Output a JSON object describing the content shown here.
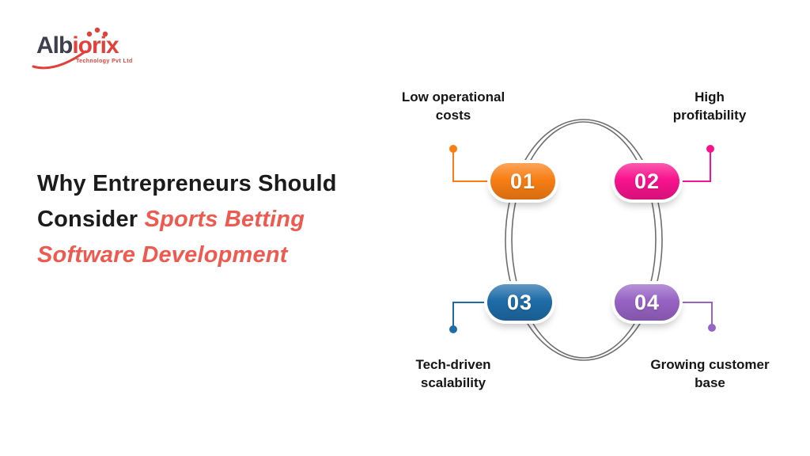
{
  "logo": {
    "name_part1": "Alb",
    "name_part2": "iorix",
    "tagline": "Technology Pvt Ltd",
    "brand_dark": "#3E3E4E",
    "brand_red": "#E2403A"
  },
  "title": {
    "line1": "Why Entrepreneurs Should",
    "line2_prefix": "Consider",
    "line2_accent": "Sports Betting",
    "line3_accent": "Software Development",
    "text_color": "#1B1B1B",
    "accent_color": "#EE5A50"
  },
  "diagram": {
    "ring_color": "#6E6E6E",
    "items": [
      {
        "number": "01",
        "label": "Low operational costs",
        "color": "#F87E14",
        "position": "top-left"
      },
      {
        "number": "02",
        "label": "High profitability",
        "color": "#F8138D",
        "position": "top-right"
      },
      {
        "number": "03",
        "label": "Tech-driven scalability",
        "color": "#1E6CA8",
        "position": "bottom-left"
      },
      {
        "number": "04",
        "label": "Growing customer base",
        "color": "#9763C5",
        "position": "bottom-right"
      }
    ]
  }
}
